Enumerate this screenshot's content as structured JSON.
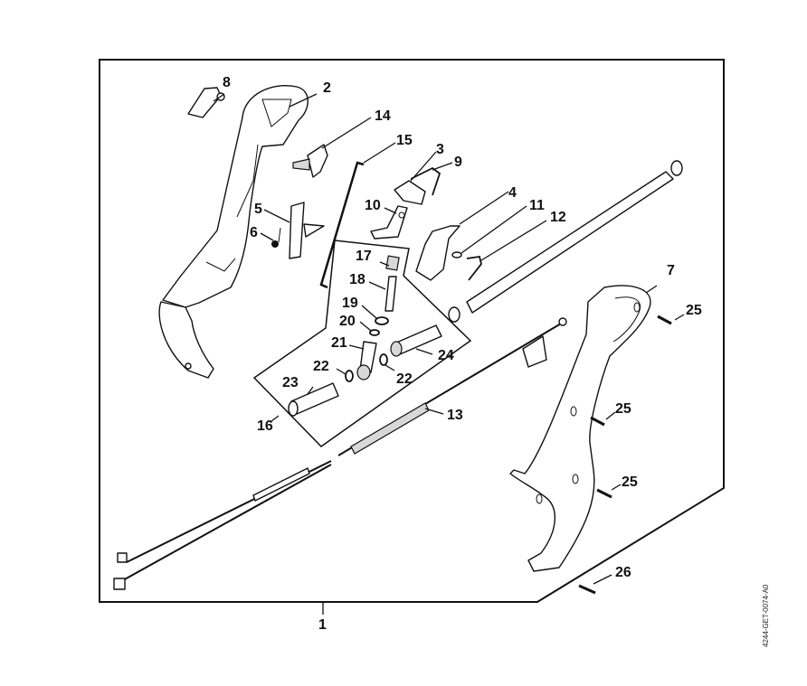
{
  "diagram": {
    "title": "Handle assembly exploded view",
    "drawing_code": "4244-GET-0074-A0",
    "assembly_label": "1",
    "callouts": [
      {
        "id": "2",
        "part": "handle-half-left"
      },
      {
        "id": "3",
        "part": "lever-bracket"
      },
      {
        "id": "4",
        "part": "throttle-trigger"
      },
      {
        "id": "5",
        "part": "interlock-lever"
      },
      {
        "id": "6",
        "part": "spring-pin"
      },
      {
        "id": "7",
        "part": "handle-half-right"
      },
      {
        "id": "8",
        "part": "slide-control"
      },
      {
        "id": "9",
        "part": "clip"
      },
      {
        "id": "10",
        "part": "lever"
      },
      {
        "id": "11",
        "part": "pin"
      },
      {
        "id": "12",
        "part": "torsion-spring"
      },
      {
        "id": "13",
        "part": "throttle-cable"
      },
      {
        "id": "14",
        "part": "switch"
      },
      {
        "id": "15",
        "part": "rod"
      },
      {
        "id": "16",
        "part": "valve-assembly"
      },
      {
        "id": "17",
        "part": "spring"
      },
      {
        "id": "18",
        "part": "valve"
      },
      {
        "id": "19",
        "part": "o-ring"
      },
      {
        "id": "20",
        "part": "o-ring-small"
      },
      {
        "id": "21",
        "part": "elbow-fitting"
      },
      {
        "id": "22",
        "part": "o-ring-pair"
      },
      {
        "id": "23",
        "part": "nipple-left"
      },
      {
        "id": "24",
        "part": "nipple-right"
      },
      {
        "id": "25",
        "part": "screw"
      },
      {
        "id": "26",
        "part": "screw-long"
      }
    ],
    "labels": {
      "l1": "1",
      "l2": "2",
      "l3": "3",
      "l4": "4",
      "l5": "5",
      "l6": "6",
      "l7": "7",
      "l8": "8",
      "l9": "9",
      "l10": "10",
      "l11": "11",
      "l12": "12",
      "l13": "13",
      "l14": "14",
      "l15": "15",
      "l16": "16",
      "l17": "17",
      "l18": "18",
      "l19": "19",
      "l20": "20",
      "l21": "21",
      "l22a": "22",
      "l22b": "22",
      "l23": "23",
      "l24": "24",
      "l25a": "25",
      "l25b": "25",
      "l25c": "25",
      "l26": "26"
    }
  }
}
